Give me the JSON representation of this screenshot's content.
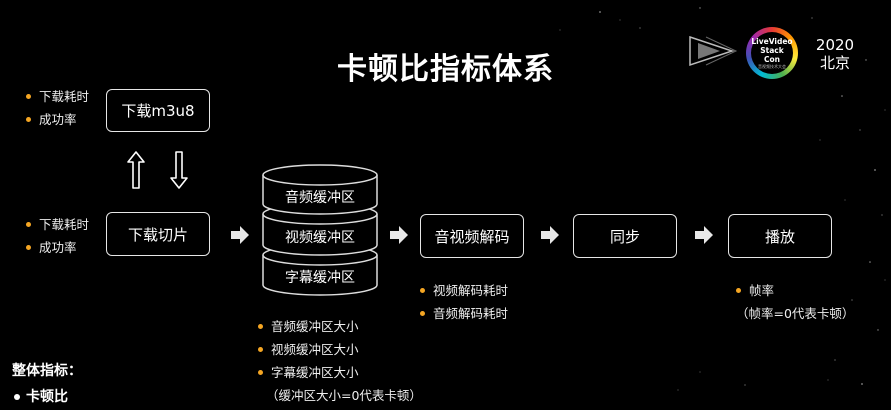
{
  "title": "卡顿比指标体系",
  "event": {
    "year": "2020",
    "city": "北京",
    "logo_line1": "LiveVideo",
    "logo_line2": "Stack",
    "logo_line3": "Con",
    "logo_sub": "音视频技术大会"
  },
  "download_m3u8": {
    "label": "下载m3u8",
    "notes": [
      "下载耗时",
      "成功率"
    ]
  },
  "download_segment": {
    "label": "下载切片",
    "notes": [
      "下载耗时",
      "成功率"
    ]
  },
  "buffers": {
    "items": [
      "音频缓冲区",
      "视频缓冲区",
      "字幕缓冲区"
    ],
    "notes": [
      "音频缓冲区大小",
      "视频缓冲区大小",
      "字幕缓冲区大小"
    ],
    "note_extra": "（缓冲区大小=0代表卡顿）"
  },
  "decode": {
    "label": "音视频解码",
    "notes": [
      "视频解码耗时",
      "音频解码耗时"
    ]
  },
  "sync": {
    "label": "同步"
  },
  "play": {
    "label": "播放",
    "notes": [
      "帧率"
    ],
    "note_extra": "（帧率=0代表卡顿）"
  },
  "overall": {
    "heading": "整体指标：",
    "items": [
      "卡顿比"
    ]
  },
  "colors": {
    "bullet": "#f5a623",
    "border": "#e6e6e6",
    "background": "#000000"
  }
}
